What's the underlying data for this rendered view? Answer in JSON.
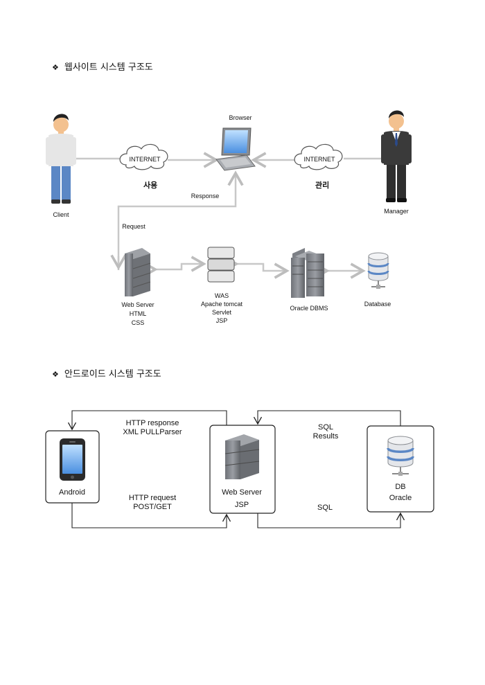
{
  "section1": {
    "bullet": "❖",
    "title": "웹사이트 시스템 구조도",
    "labels": {
      "browser": "Browser",
      "client": "Client",
      "manager": "Manager",
      "internet_left": "INTERNET",
      "internet_right": "INTERNET",
      "usage": "사용",
      "manage": "관리",
      "response": "Response",
      "request": "Request",
      "web_server": [
        "Web Server",
        "HTML",
        "CSS"
      ],
      "was": [
        "WAS",
        "Apache tomcat",
        "Servlet",
        "JSP"
      ],
      "dbms": "Oracle DBMS",
      "database": "Database"
    }
  },
  "section2": {
    "bullet": "❖",
    "title": "안드로이드 시스템 구조도",
    "labels": {
      "http_response": [
        "HTTP response",
        "XML PULLParser"
      ],
      "http_request": [
        "HTTP request",
        "POST/GET"
      ],
      "sql_results": [
        "SQL",
        "Results"
      ],
      "sql": "SQL",
      "android": "Android",
      "web_server": [
        "Web Server",
        "JSP"
      ],
      "db": [
        "DB",
        "Oracle"
      ]
    }
  }
}
